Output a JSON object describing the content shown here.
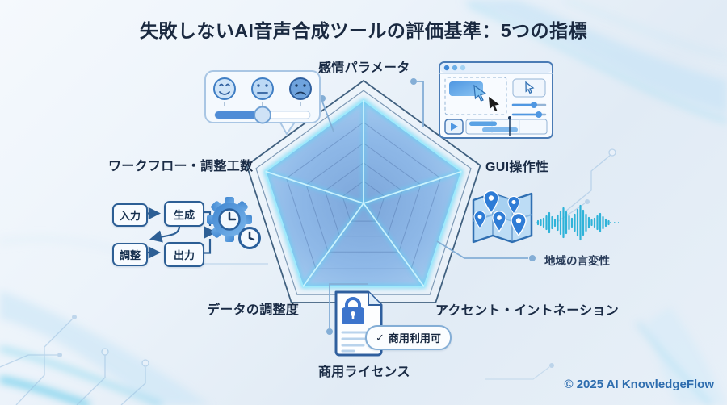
{
  "title": "失敗しないAI音声合成ツールの評価基準：5つの指標",
  "copyright": "© 2025 AI KnowledgeFlow",
  "chart_data": {
    "type": "radar",
    "shape": "pentagon",
    "categories": [
      "感情パラメータ",
      "GUI操作性",
      "アクセント・イントネーション",
      "データの調整度",
      "ワークフロー・調整工数"
    ],
    "values": [
      0.84,
      0.84,
      0.84,
      0.84,
      0.84
    ],
    "value_range": [
      0,
      1
    ],
    "rings": 5,
    "title": "失敗しないAI音声合成ツールの評価基準：5つの指標",
    "legend": "none",
    "grid": true
  },
  "labels": {
    "emotion": "感情パラメータ",
    "gui": "GUI操作性",
    "region": "地域の言変性",
    "accent": "アクセント・イントネーション",
    "license": "商用ライセンス",
    "data_tuning": "データの調整度",
    "workflow": "ワークフロー・調整工数"
  },
  "callouts": {
    "license_badge_check": "✓",
    "license_badge_text": "商用利用可"
  },
  "workflow_diagram": {
    "steps": [
      "入力",
      "生成",
      "調整",
      "出力"
    ]
  },
  "icons": [
    "emotion-slider-icon",
    "happy-face-icon",
    "neutral-face-icon",
    "sad-face-icon",
    "gui-window-icon",
    "cursor-icon",
    "map-icon",
    "location-pin-icon",
    "waveform-icon",
    "gear-icon",
    "clock-icon",
    "document-icon",
    "lock-icon",
    "check-icon"
  ],
  "colors": {
    "title_navy": "#1a2940",
    "glow_cyan": "#5ad2f4",
    "radar_fill_blue": "#8fb9e8",
    "outline_slate": "#40607f",
    "connector_blue": "#84aed6",
    "copyright_blue": "#2d6cae",
    "pin_blue": "#2e7cd6",
    "waveform_teal": "#2fb3d9"
  }
}
